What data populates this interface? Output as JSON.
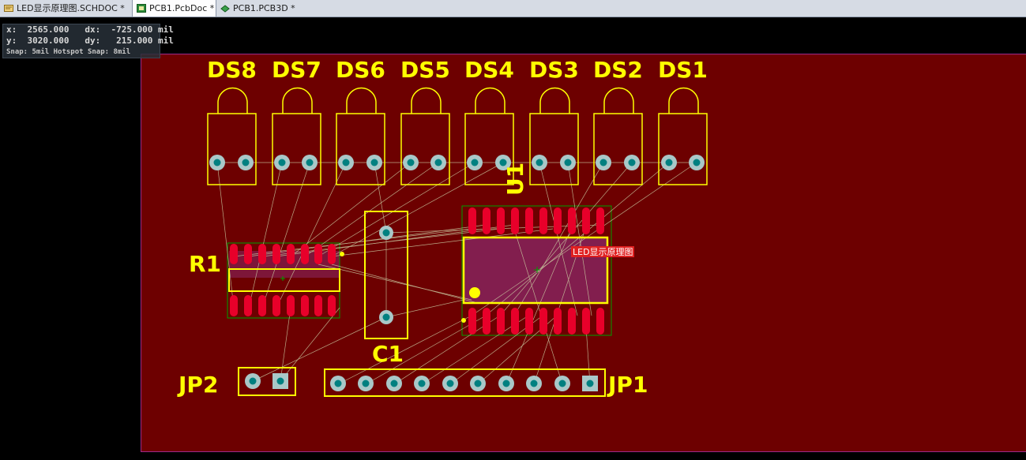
{
  "tabs": [
    {
      "label": "LED显示原理图.SCHDOC *",
      "icon": "schematic-doc-icon",
      "active": false
    },
    {
      "label": "PCB1.PcbDoc *",
      "icon": "pcb-doc-icon",
      "active": true
    },
    {
      "label": "PCB1.PCB3D *",
      "icon": "pcb-3d-icon",
      "active": false
    }
  ],
  "hud": {
    "line1": "x:  2565.000   dx:  -725.000 mil",
    "line2": "y:  3020.000   dy:   215.000 mil",
    "snap": "Snap: 5mil Hotspot Snap: 8mil"
  },
  "designators": {
    "ds": [
      "DS8",
      "DS7",
      "DS6",
      "DS5",
      "DS4",
      "DS3",
      "DS2",
      "DS1"
    ],
    "r1": "R1",
    "c1": "C1",
    "u1": "U1",
    "jp1": "JP1",
    "jp2": "JP2"
  },
  "room_label": "LED显示原理图",
  "colors": {
    "board": "#6d0000",
    "silkscreen": "#ffff00",
    "pad": "#a9c8c8",
    "pad_hole": "#008080",
    "smd_pad": "#e8002a",
    "ratsnest": "#c9c9a0",
    "component_outline": "#00a000",
    "room_fill": "#8a2868"
  }
}
